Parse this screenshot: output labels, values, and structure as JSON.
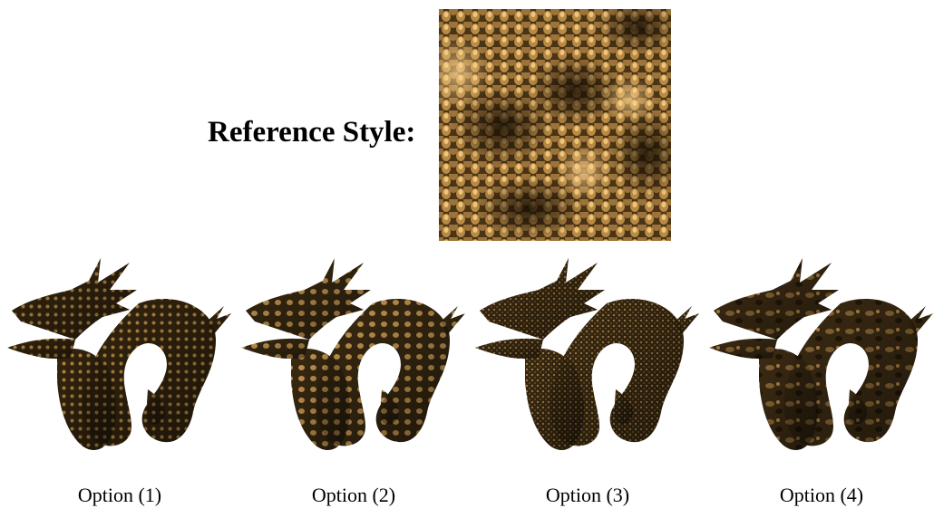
{
  "reference": {
    "label": "Reference Style:",
    "swatch_name": "golden-scale-texture"
  },
  "options": [
    {
      "label": "Option (1)",
      "pattern": "dense-dots"
    },
    {
      "label": "Option (2)",
      "pattern": "large-dots"
    },
    {
      "label": "Option (3)",
      "pattern": "fine-speckle"
    },
    {
      "label": "Option (4)",
      "pattern": "blotchy"
    }
  ],
  "colors": {
    "dark_base": "#2a1d0c",
    "mid_brown": "#5b4220",
    "gold_highlight": "#d9a757",
    "shadow": "#120b03"
  }
}
